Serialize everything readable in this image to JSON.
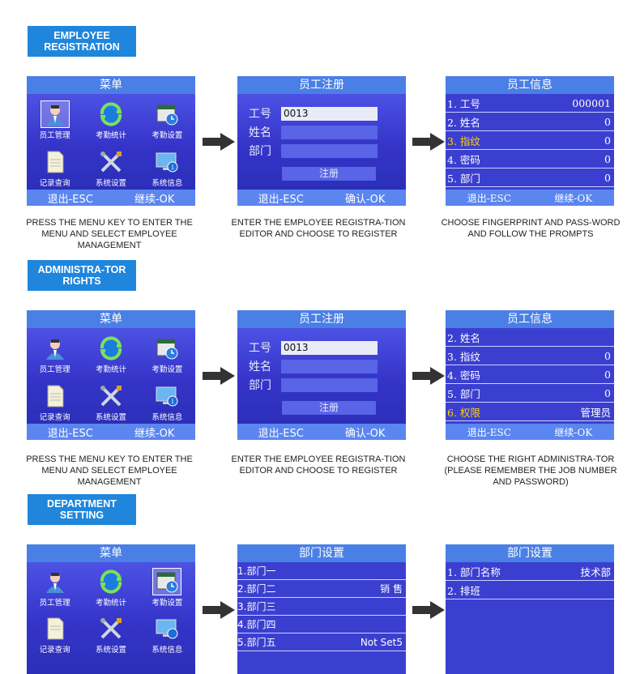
{
  "sections": [
    {
      "label": "EMPLOYEE REGISTRATION"
    },
    {
      "label": "ADMINISTRA-TOR RIGHTS"
    },
    {
      "label": "DEPARTMENT SETTING"
    }
  ],
  "menu": {
    "title": "菜单",
    "items": [
      "员工管理",
      "考勤统计",
      "考勤设置",
      "记录查询",
      "系统设置",
      "系统信息"
    ],
    "exit": "退出-ESC",
    "continue": "继续-OK"
  },
  "register": {
    "title": "员工注册",
    "id_label": "工号",
    "id_value": "0013",
    "name_label": "姓名",
    "dept_label": "部门",
    "register_button": "注册",
    "exit": "退出-ESC",
    "confirm": "确认-OK"
  },
  "info1": {
    "title": "员工信息",
    "rows": [
      {
        "label": "1. 工号",
        "value": "000001"
      },
      {
        "label": "2. 姓名",
        "value": "0"
      },
      {
        "label": "3. 指纹",
        "value": "0"
      },
      {
        "label": "4. 密码",
        "value": "0"
      },
      {
        "label": "5. 部门",
        "value": "0"
      }
    ],
    "exit": "退出-ESC",
    "continue": "继续-OK"
  },
  "info2": {
    "title": "员工信息",
    "rows": [
      {
        "label": "2. 姓名",
        "value": ""
      },
      {
        "label": "3. 指纹",
        "value": "0"
      },
      {
        "label": "4. 密码",
        "value": "0"
      },
      {
        "label": "5. 部门",
        "value": "0"
      },
      {
        "label": "6. 权限",
        "value": "管理员"
      }
    ],
    "exit": "退出-ESC",
    "continue": "继续-OK"
  },
  "dept_list": {
    "title": "部门设置",
    "rows": [
      {
        "label": "1.部门一",
        "value": ""
      },
      {
        "label": "2.部门二",
        "value": "销 售"
      },
      {
        "label": "3.部门三",
        "value": ""
      },
      {
        "label": "4.部门四",
        "value": ""
      },
      {
        "label": "5.部门五",
        "value": "Not Set5"
      }
    ]
  },
  "dept_setting": {
    "title": "部门设置",
    "rows": [
      {
        "label": "1. 部门名称",
        "value": "技术部"
      },
      {
        "label": "2. 排班",
        "value": ""
      }
    ]
  },
  "captions": {
    "menu": "PRESS THE MENU KEY TO ENTER THE MENU AND SELECT EMPLOYEE MANAGEMENT",
    "register": "ENTER THE EMPLOYEE REGISTRA-TION EDITOR AND CHOOSE TO REGISTER",
    "fingerprint": "CHOOSE FINGERPRINT AND PASS-WORD AND FOLLOW THE PROMPTS",
    "admin": "CHOOSE THE RIGHT ADMINISTRA-TOR (PLEASE REMEMBER THE JOB NUMBER AND PASSWORD)"
  },
  "colors": {
    "label_bg": "#1f86dc",
    "screen_bg": "#3a40c8",
    "title_bg": "#4a7fe6",
    "highlight": "#ffd400"
  }
}
